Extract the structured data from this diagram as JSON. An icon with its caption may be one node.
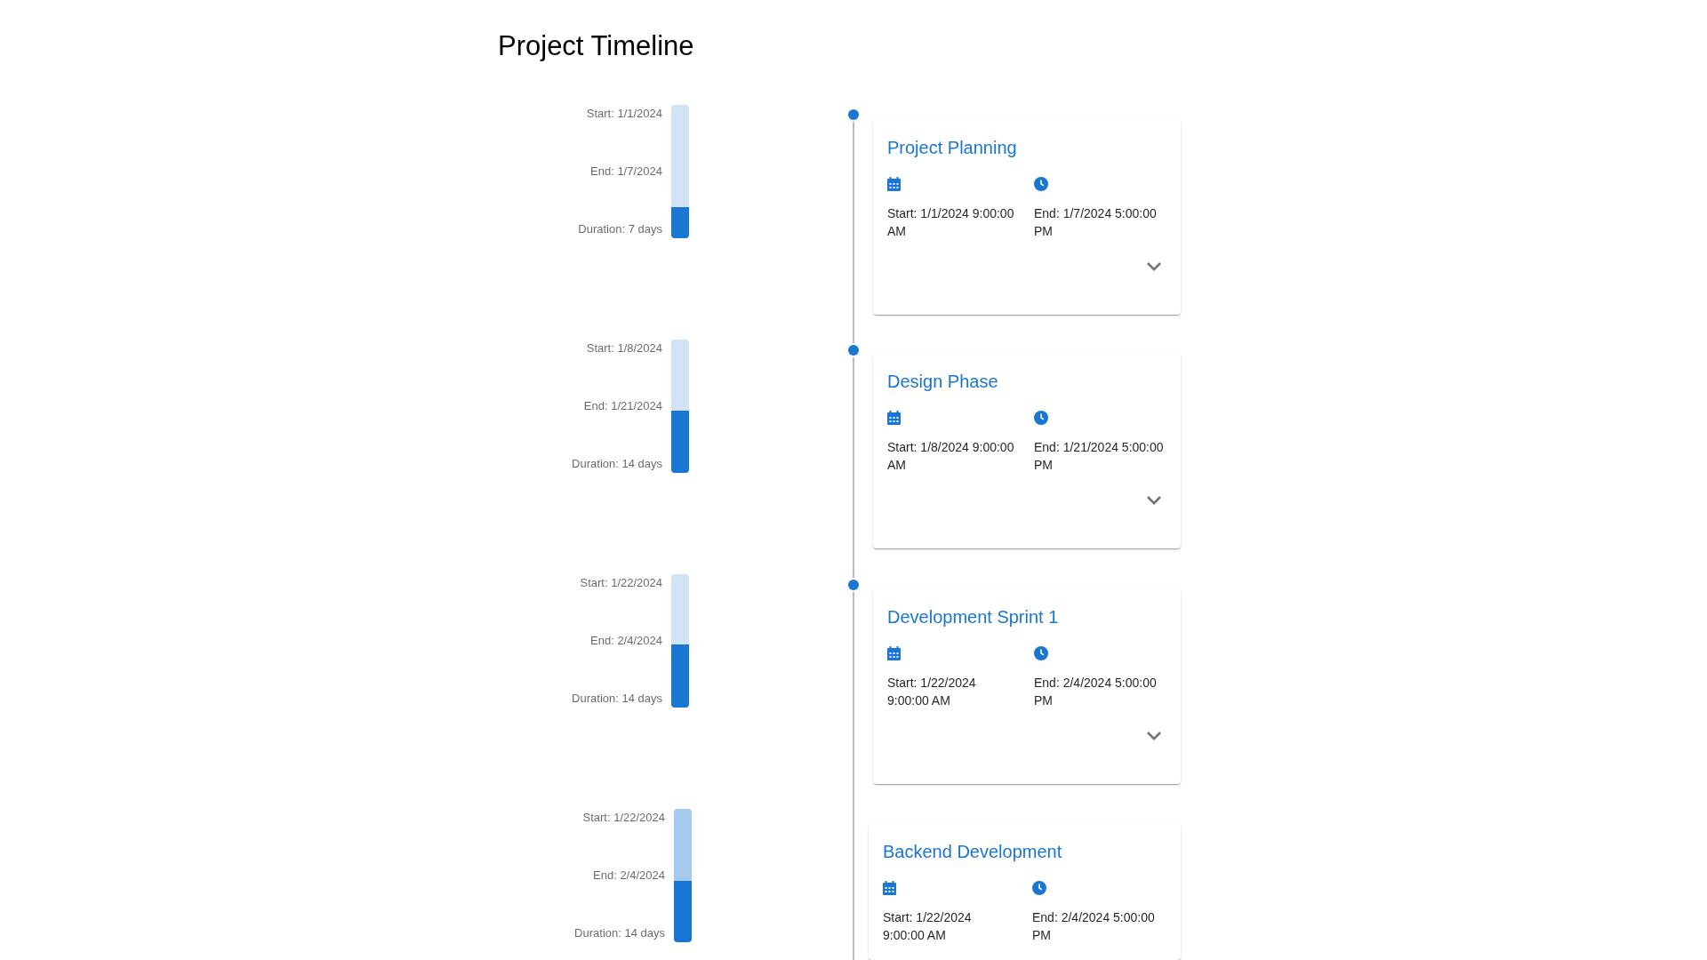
{
  "diagram": {
    "title": "Project Timeline",
    "nodes": [
      {
        "text": [],
        "shape": "bar",
        "beside": [
          "Start: 1/1/2024",
          "End: 1/7/2024",
          "Duration: 7 days"
        ]
      },
      {
        "text": [],
        "shape": "circle"
      },
      {
        "text": [
          "Project Planning",
          "Start: 1/1/2024 9:00:00 AM",
          "End: 1/7/2024 5:00:00 PM"
        ]
      },
      {
        "text": [],
        "shape": "bar",
        "beside": [
          "Start: 1/8/2024",
          "End: 1/21/2024",
          "Duration: 14 days"
        ]
      },
      {
        "text": [],
        "shape": "circle"
      },
      {
        "text": [
          "Design Phase",
          "Start: 1/8/2024 9:00:00 AM",
          "End: 1/21/2024 5:00:00 PM"
        ]
      },
      {
        "text": [],
        "shape": "bar",
        "beside": [
          "Start: 1/22/2024",
          "End: 2/4/2024",
          "Duration: 14 days"
        ]
      },
      {
        "text": [],
        "shape": "circle"
      },
      {
        "text": [
          "Development Sprint 1",
          "Start: 1/22/2024 9:00:00 AM",
          "End: 2/4/2024 5:00:00 PM"
        ]
      },
      {
        "text": [],
        "shape": "bar",
        "beside": [
          "Start: 1/22/2024",
          "End: 2/4/2024",
          "Duration: 14 days"
        ]
      },
      {
        "text": [
          "Backend Development",
          "Start: 1/22/2024 9:00:00 AM",
          "End: 2/4/2024 5:00:00 PM"
        ]
      }
    ],
    "edges": [
      {
        "from": 1,
        "to": 4,
        "arrow": "none"
      },
      {
        "from": 4,
        "to": 7,
        "arrow": "none"
      },
      {
        "from": 7,
        "to": 10,
        "arrow": "none"
      }
    ]
  }
}
